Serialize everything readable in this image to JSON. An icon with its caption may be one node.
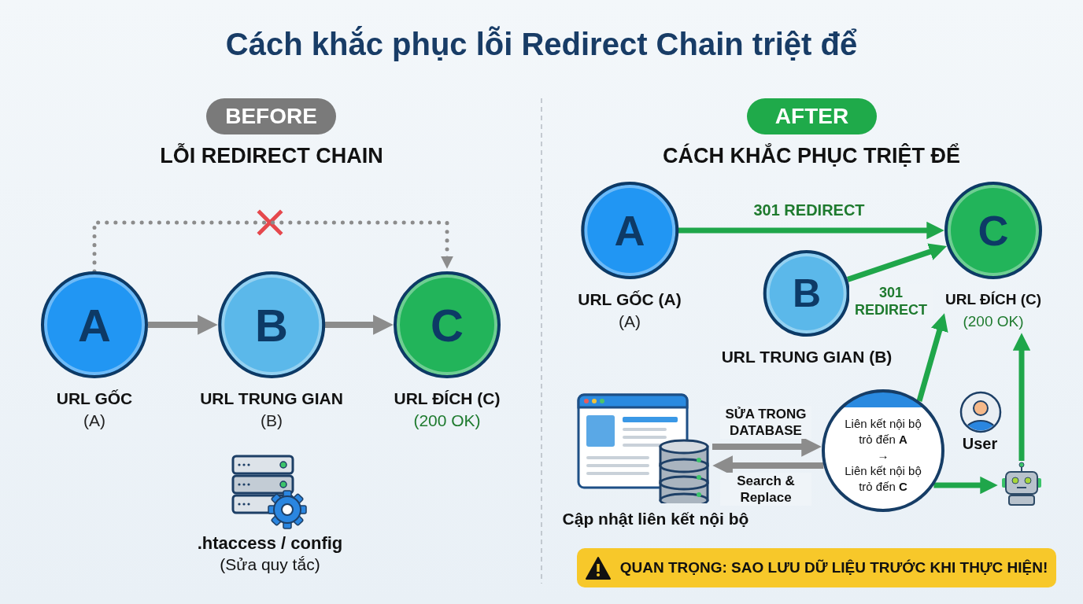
{
  "diagram": {
    "title": "Cách khắc phục lỗi Redirect Chain triệt để",
    "nodes": [
      {
        "text": [
          "A"
        ],
        "beside": [
          "URL GỐC",
          "(A)"
        ]
      },
      {
        "text": [
          "B"
        ],
        "beside": [
          "URL TRUNG GIAN",
          "(B)"
        ]
      },
      {
        "text": [
          "C"
        ],
        "beside": [
          "URL ĐÍCH (C)",
          "(200 OK)"
        ]
      },
      {
        "text": [
          "A"
        ],
        "beside": [
          "URL GỐC (A)",
          "(A)"
        ]
      },
      {
        "text": [
          "B"
        ],
        "beside": [
          "URL TRUNG GIAN (B)"
        ]
      },
      {
        "text": [
          "C"
        ],
        "beside": [
          "URL ĐÍCH (C)",
          "(200 OK)"
        ]
      },
      {
        "text": [],
        "shape": "picture",
        "beside": [
          "Cập nhật liên kết nội bộ"
        ]
      },
      {
        "text": [
          "Liên kết nội bộ trỏ đến **A**",
          "→",
          "Liên kết nội bộ trỏ đến **C**"
        ]
      },
      {
        "text": [],
        "shape": "picture"
      }
    ],
    "edges": [
      {
        "from": 0,
        "to": 1,
        "arrow": "to",
        "color": "#8c8c8c"
      },
      {
        "from": 1,
        "to": 2,
        "arrow": "to",
        "color": "#8c8c8c"
      },
      {
        "from": 0,
        "to": 2,
        "arrow": "to",
        "style": "dashed",
        "color": "#8c8c8c"
      },
      {
        "from": 3,
        "to": 5,
        "arrow": "to",
        "label": "301 REDIRECT",
        "color": "#1fa64a"
      },
      {
        "from": 4,
        "to": 5,
        "arrow": "to",
        "label": "301 REDIRECT",
        "color": "#1fa64a"
      },
      {
        "from": 6,
        "to": 7,
        "arrow": "to",
        "label": "SỬA TRONG DATABASE",
        "color": "#8c8c8c"
      },
      {
        "from": 7,
        "to": 6,
        "arrow": "to",
        "label": "Search & Replace",
        "color": "#8c8c8c"
      },
      {
        "from": 7,
        "to": 5,
        "arrow": "to",
        "color": "#1fa64a"
      },
      {
        "from": 7,
        "to": 8,
        "arrow": "to",
        "color": "#1fa64a"
      },
      {
        "from": 8,
        "to": 5,
        "arrow": "to",
        "color": "#1fa64a"
      }
    ],
    "labels": [
      "BEFORE",
      "LỖI REDIRECT CHAIN",
      "AFTER",
      "CÁCH KHẮC PHỤC TRIỆT ĐỂ",
      ".htaccess / config",
      "(Sửa quy tắc)",
      "User",
      "QUAN TRỌNG: SAO LƯU DỮ LIỆU TRƯỚC KHI THỰC HIỆN!"
    ]
  }
}
